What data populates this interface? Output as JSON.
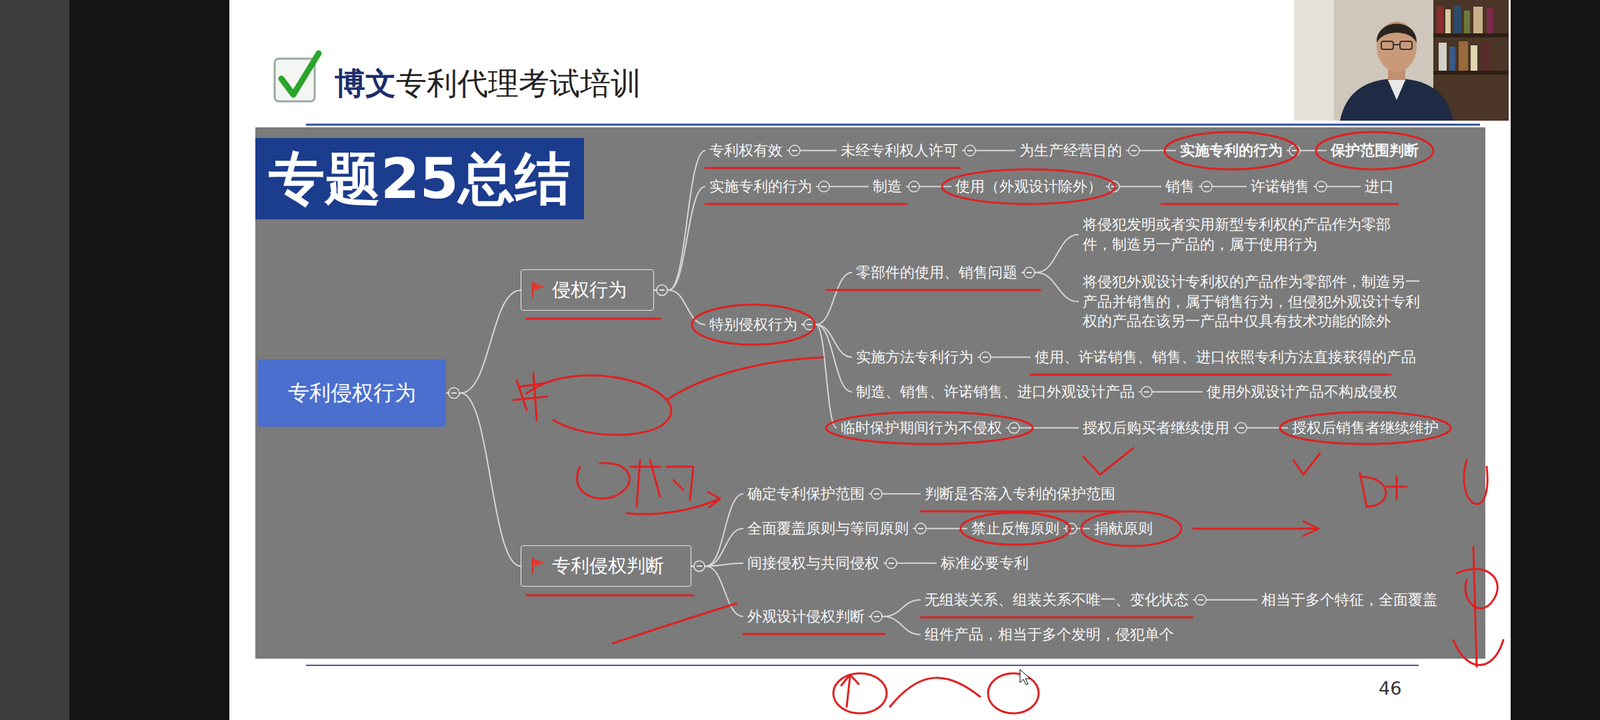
{
  "diagram": {
    "title": "专题25总结",
    "nodes": [
      {
        "text": [
          "专利侵权行为"
        ]
      },
      {
        "text": [
          "侵权行为"
        ]
      },
      {
        "text": [
          "专利权有效"
        ]
      },
      {
        "text": [
          "未经专利权人许可"
        ]
      },
      {
        "text": [
          "为生产经营目的"
        ]
      },
      {
        "text": [
          "实施专利的行为"
        ]
      },
      {
        "text": [
          "保护范围判断"
        ]
      },
      {
        "text": [
          "实施专利的行为"
        ]
      },
      {
        "text": [
          "制造"
        ]
      },
      {
        "text": [
          "使用（外观设计除外）"
        ]
      },
      {
        "text": [
          "销售"
        ]
      },
      {
        "text": [
          "许诺销售"
        ]
      },
      {
        "text": [
          "进口"
        ]
      },
      {
        "text": [
          "特别侵权行为"
        ]
      },
      {
        "text": [
          "零部件的使用、销售问题"
        ]
      },
      {
        "text": [
          "将侵犯发明或者实用新型专利权的产品作为零部件，制造另一产品的，属于使用行为"
        ]
      },
      {
        "text": [
          "将侵犯外观设计专利权的产品作为零部件，制造另一产品并销售的，属于销售行为，但侵犯外观设计专利权的产品在该另一产品中仅具有技术功能的除外"
        ]
      },
      {
        "text": [
          "实施方法专利行为"
        ]
      },
      {
        "text": [
          "使用、许诺销售、销售、进口依照专利方法直接获得的产品"
        ]
      },
      {
        "text": [
          "制造、销售、许诺销售、进口外观设计产品"
        ]
      },
      {
        "text": [
          "使用外观设计产品不构成侵权"
        ]
      },
      {
        "text": [
          "临时保护期间行为不侵权"
        ]
      },
      {
        "text": [
          "授权后购买者继续使用"
        ]
      },
      {
        "text": [
          "授权后销售者继续维护"
        ]
      },
      {
        "text": [
          "专利侵权判断"
        ]
      },
      {
        "text": [
          "确定专利保护范围"
        ]
      },
      {
        "text": [
          "判断是否落入专利的保护范围"
        ]
      },
      {
        "text": [
          "全面覆盖原则与等同原则"
        ]
      },
      {
        "text": [
          "禁止反悔原则"
        ]
      },
      {
        "text": [
          "捐献原则"
        ]
      },
      {
        "text": [
          "间接侵权与共同侵权"
        ]
      },
      {
        "text": [
          "标准必要专利"
        ]
      },
      {
        "text": [
          "外观设计侵权判断"
        ]
      },
      {
        "text": [
          "无组装关系、组装关系不唯一、变化状态"
        ]
      },
      {
        "text": [
          "相当于多个特征，全面覆盖"
        ]
      },
      {
        "text": [
          "组件产品，相当于多个发明，侵犯单个"
        ]
      }
    ],
    "edges": [
      {
        "from": 0,
        "to": 1,
        "arrow": "none"
      },
      {
        "from": 0,
        "to": 24,
        "arrow": "none"
      },
      {
        "from": 1,
        "to": 2,
        "arrow": "none"
      },
      {
        "from": 2,
        "to": 3,
        "arrow": "none"
      },
      {
        "from": 3,
        "to": 4,
        "arrow": "none"
      },
      {
        "from": 4,
        "to": 5,
        "arrow": "none"
      },
      {
        "from": 5,
        "to": 6,
        "arrow": "none"
      },
      {
        "from": 1,
        "to": 7,
        "arrow": "none"
      },
      {
        "from": 7,
        "to": 8,
        "arrow": "none"
      },
      {
        "from": 8,
        "to": 9,
        "arrow": "none"
      },
      {
        "from": 9,
        "to": 10,
        "arrow": "none"
      },
      {
        "from": 10,
        "to": 11,
        "arrow": "none"
      },
      {
        "from": 11,
        "to": 12,
        "arrow": "none"
      },
      {
        "from": 1,
        "to": 13,
        "arrow": "none"
      },
      {
        "from": 13,
        "to": 14,
        "arrow": "none"
      },
      {
        "from": 14,
        "to": 15,
        "arrow": "none"
      },
      {
        "from": 14,
        "to": 16,
        "arrow": "none"
      },
      {
        "from": 13,
        "to": 17,
        "arrow": "none"
      },
      {
        "from": 17,
        "to": 18,
        "arrow": "none"
      },
      {
        "from": 13,
        "to": 19,
        "arrow": "none"
      },
      {
        "from": 19,
        "to": 20,
        "arrow": "none"
      },
      {
        "from": 13,
        "to": 21,
        "arrow": "none"
      },
      {
        "from": 21,
        "to": 22,
        "arrow": "none"
      },
      {
        "from": 22,
        "to": 23,
        "arrow": "none"
      },
      {
        "from": 24,
        "to": 25,
        "arrow": "none"
      },
      {
        "from": 25,
        "to": 26,
        "arrow": "none"
      },
      {
        "from": 24,
        "to": 27,
        "arrow": "none"
      },
      {
        "from": 27,
        "to": 28,
        "arrow": "none"
      },
      {
        "from": 28,
        "to": 29,
        "arrow": "none"
      },
      {
        "from": 24,
        "to": 30,
        "arrow": "none"
      },
      {
        "from": 30,
        "to": 31,
        "arrow": "none"
      },
      {
        "from": 24,
        "to": 32,
        "arrow": "none"
      },
      {
        "from": 32,
        "to": 33,
        "arrow": "none"
      },
      {
        "from": 33,
        "to": 34,
        "arrow": "none"
      },
      {
        "from": 32,
        "to": 35,
        "arrow": "none"
      }
    ],
    "labels": [
      "博文",
      "专利代理考试培训",
      "46"
    ]
  }
}
